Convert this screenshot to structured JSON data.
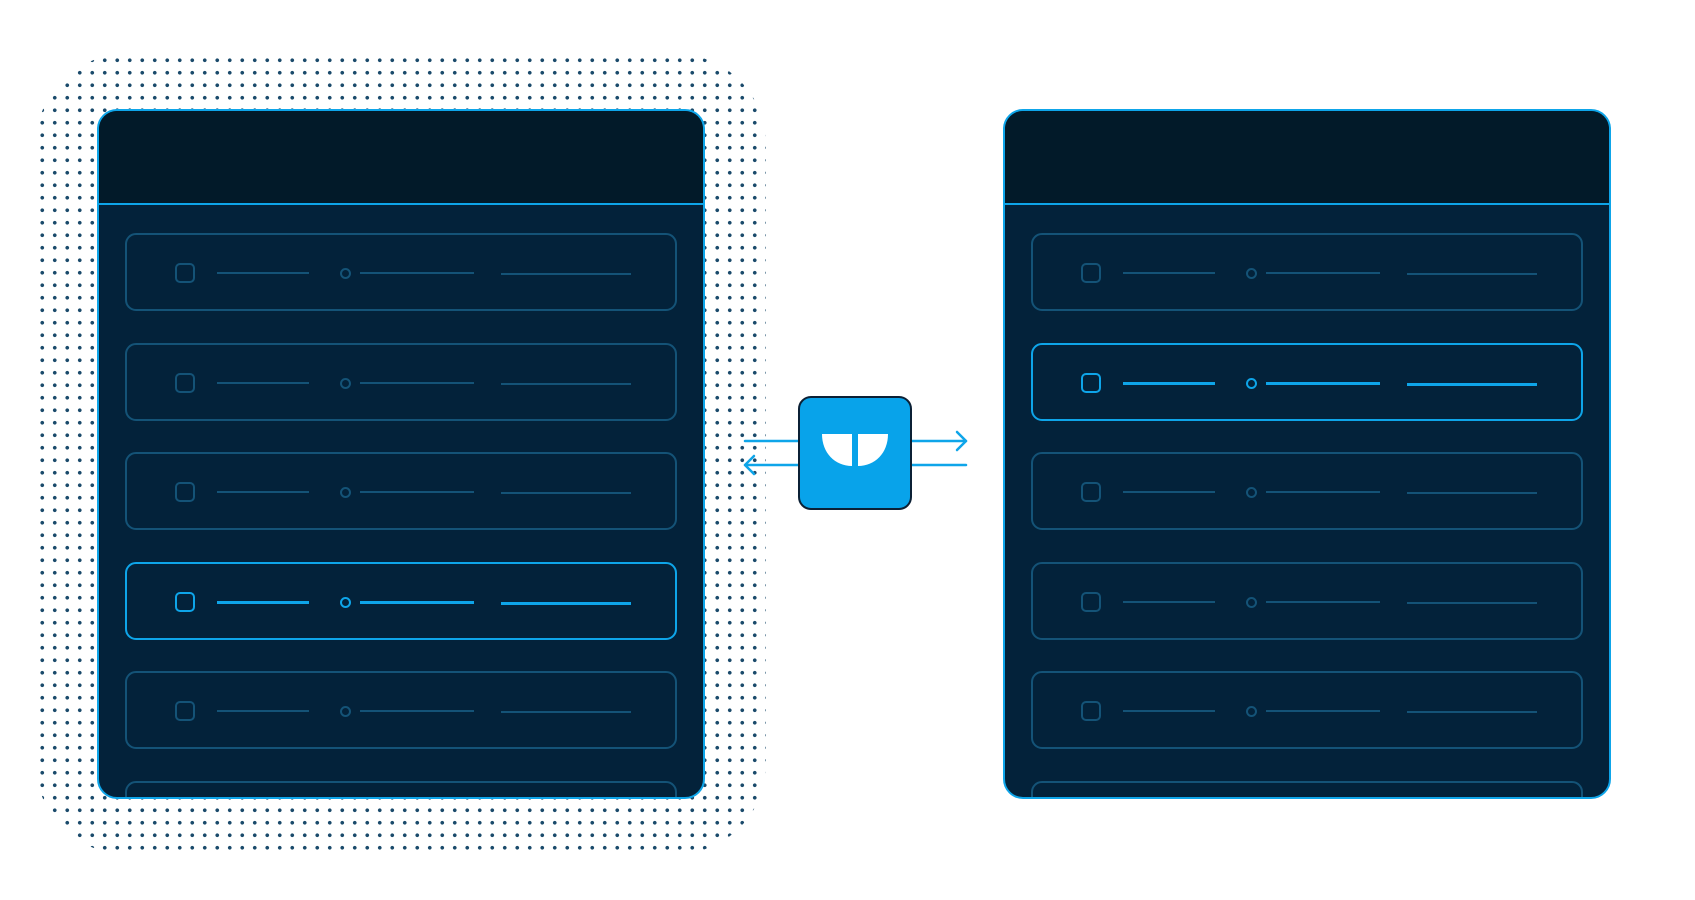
{
  "colors": {
    "accent": "#0ea5e9",
    "window_body": "#03223a",
    "titlebar": "#021a29",
    "row_border": "#145377",
    "hub": "#08a3ea",
    "dots": "#1a4a6b"
  },
  "left_panel": {
    "rows": 6,
    "active_row": 3
  },
  "right_panel": {
    "rows": 6,
    "active_row": 1
  },
  "hub": {
    "icon": "leaf-logo-icon"
  },
  "connector": {
    "arrows": [
      "arrow-right-icon",
      "arrow-left-icon"
    ]
  }
}
